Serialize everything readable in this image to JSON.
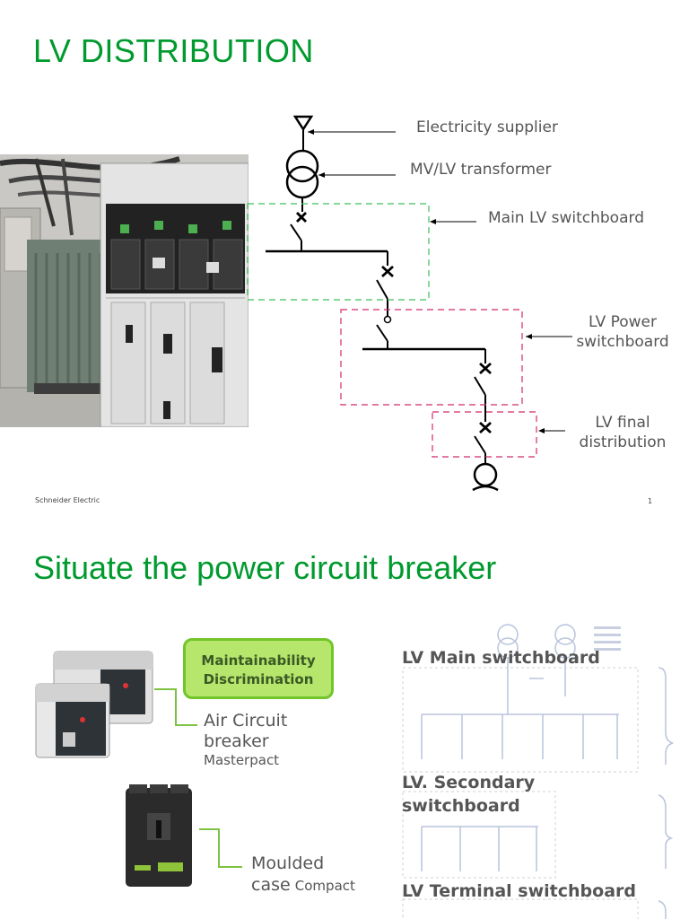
{
  "slide1": {
    "title": "LV DISTRIBUTION",
    "labels": {
      "supplier": "Electricity supplier",
      "transformer": "MV/LV transformer",
      "main_switchboard": "Main LV switchboard",
      "power_switchboard_1": "LV Power",
      "power_switchboard_2": "switchboard",
      "final_1": "LV final",
      "final_2": "distribution"
    },
    "footer_left": "Schneider Electric",
    "page_number": "1"
  },
  "slide2": {
    "title": "Situate the power circuit breaker",
    "badge_line1": "Maintainability",
    "badge_line2": "Discrimination",
    "acb_line1": "Air Circuit",
    "acb_line2": "breaker",
    "acb_product": "Masterpact",
    "mccb_line1": "Moulded",
    "mccb_line2": "case",
    "mccb_product": "Compact",
    "main_switchboard": "LV Main switchboard",
    "secondary_1": "LV. Secondary",
    "secondary_2": "switchboard",
    "terminal": "LV Terminal switchboard"
  },
  "colors": {
    "title_green": "#009a2e",
    "main_box": "#3fbf5a",
    "power_box": "#d42a6c",
    "badge_fill": "#b6e66c",
    "badge_border": "#72c52a"
  }
}
